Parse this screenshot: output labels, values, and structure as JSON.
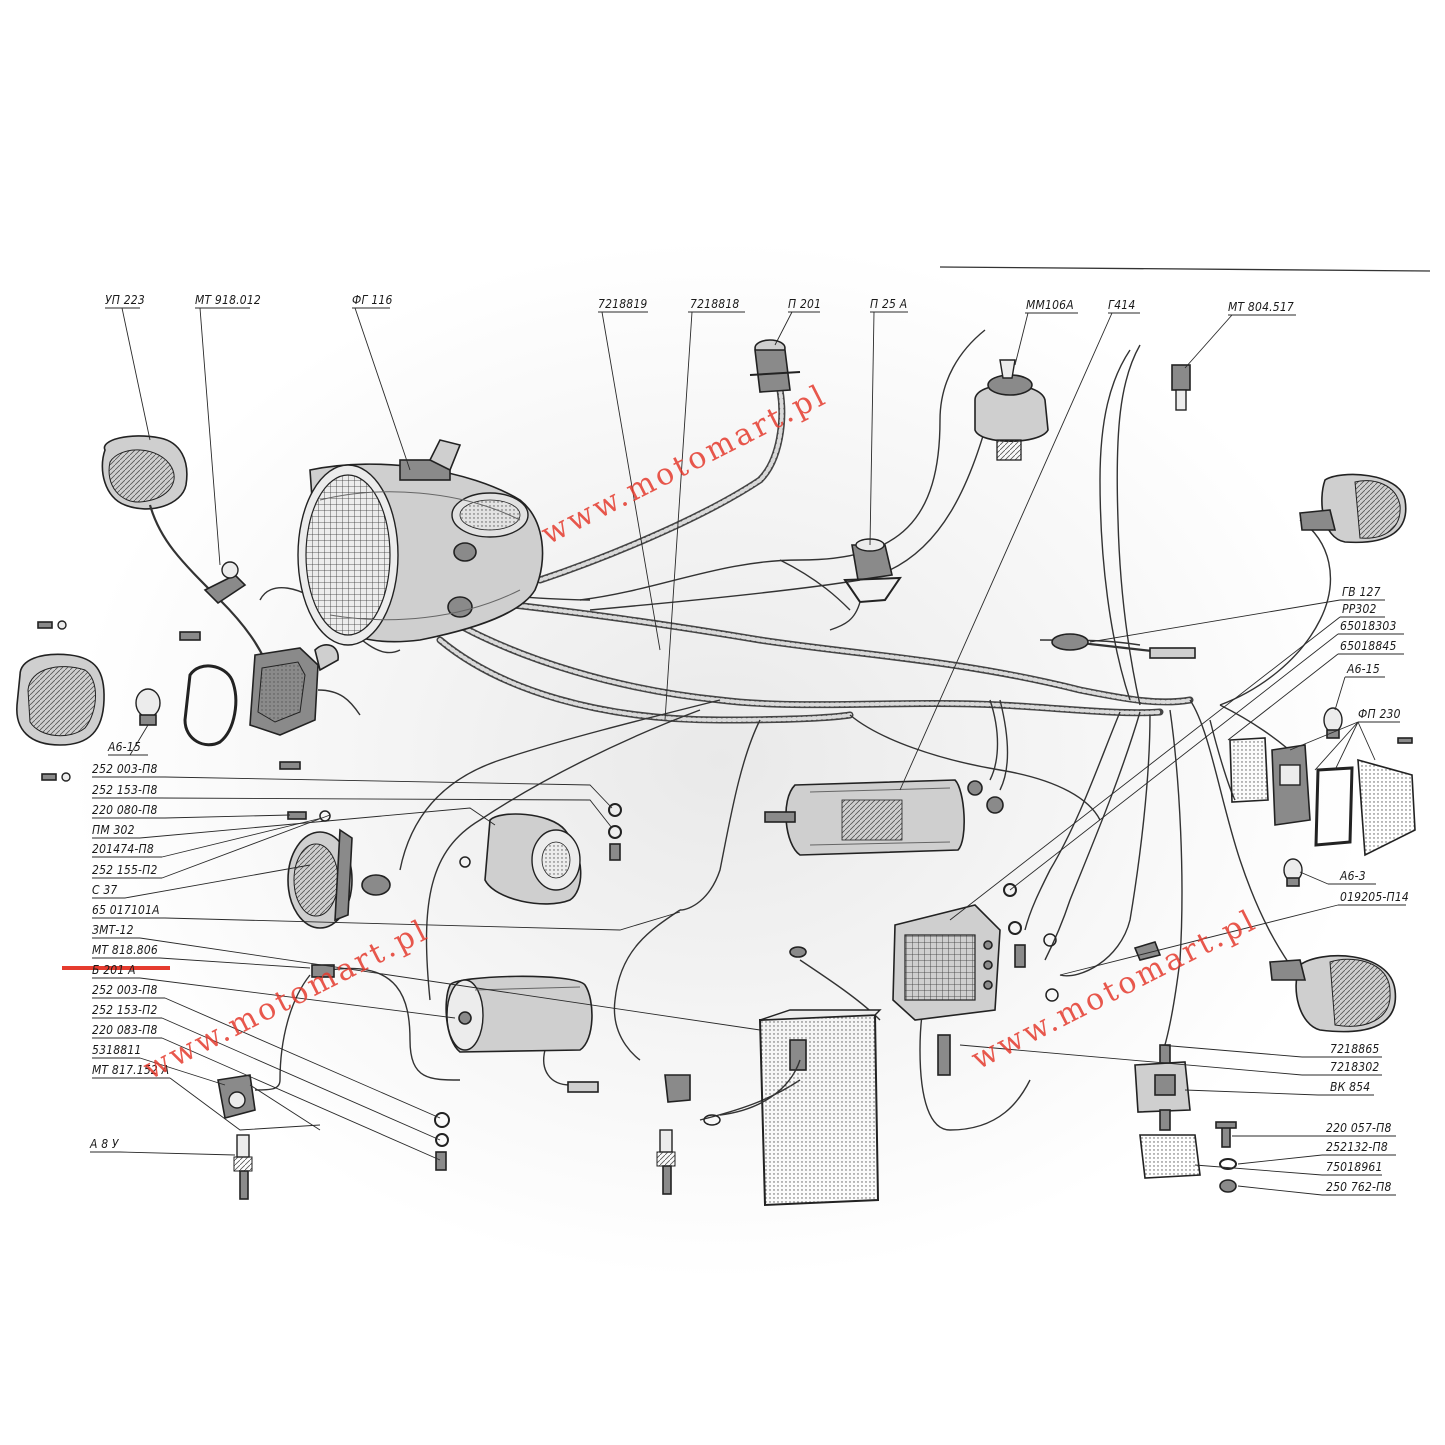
{
  "labels": [
    {
      "id": "up223",
      "text": "УП 223"
    },
    {
      "id": "mt918012",
      "text": "МТ 918.012"
    },
    {
      "id": "fg116",
      "text": "ФГ 116"
    },
    {
      "id": "p7218819",
      "text": "7218819"
    },
    {
      "id": "p7218818",
      "text": "7218818"
    },
    {
      "id": "p201",
      "text": "П 201"
    },
    {
      "id": "p25a",
      "text": "П 25 А"
    },
    {
      "id": "mm106a",
      "text": "ММ106А"
    },
    {
      "id": "g414",
      "text": "Г414"
    },
    {
      "id": "mt804517",
      "text": "МТ 804.517"
    },
    {
      "id": "gv127",
      "text": "ГВ 127"
    },
    {
      "id": "rr302",
      "text": "РР302"
    },
    {
      "id": "p65018303",
      "text": "65018303"
    },
    {
      "id": "p65018845",
      "text": "65018845"
    },
    {
      "id": "a615r",
      "text": "А6-15"
    },
    {
      "id": "fp230",
      "text": "ФП 230"
    },
    {
      "id": "a63",
      "text": "А6-3"
    },
    {
      "id": "p019205",
      "text": "019205-П14"
    },
    {
      "id": "p7218865",
      "text": "7218865"
    },
    {
      "id": "p7218302",
      "text": "7218302"
    },
    {
      "id": "vk854",
      "text": "ВК 854"
    },
    {
      "id": "p220057",
      "text": "220 057-П8"
    },
    {
      "id": "p252132",
      "text": "252132-П8"
    },
    {
      "id": "p7518961",
      "text": "75018961"
    },
    {
      "id": "p250762",
      "text": "250 762-П8"
    },
    {
      "id": "a615l",
      "text": "А6-15"
    },
    {
      "id": "p252003a",
      "text": "252 003-П8"
    },
    {
      "id": "p252153a",
      "text": "252 153-П8"
    },
    {
      "id": "p220080",
      "text": "220 080-П8"
    },
    {
      "id": "pm302",
      "text": "ПМ 302"
    },
    {
      "id": "p201474",
      "text": "201474-П8"
    },
    {
      "id": "p252155",
      "text": "252 155-П2"
    },
    {
      "id": "s37",
      "text": "С 37"
    },
    {
      "id": "p65017101a",
      "text": "65 017101А"
    },
    {
      "id": "zmt12",
      "text": "ЗМТ-12"
    },
    {
      "id": "mt818806",
      "text": "МТ 818.806"
    },
    {
      "id": "b201a",
      "text": "Б 201 А"
    },
    {
      "id": "p252003b",
      "text": "252 003-П8"
    },
    {
      "id": "p252153b",
      "text": "252 153-П2"
    },
    {
      "id": "p220083",
      "text": "220 083-П8"
    },
    {
      "id": "p5318811",
      "text": "5318811"
    },
    {
      "id": "mt817152a",
      "text": "МТ 817.152 А"
    },
    {
      "id": "a8u",
      "text": "А 8 У"
    }
  ],
  "watermark": "www.motomart.pl",
  "colors": {
    "highlight": "#e53b2e",
    "ink": "#222222",
    "background": "#ffffff"
  }
}
